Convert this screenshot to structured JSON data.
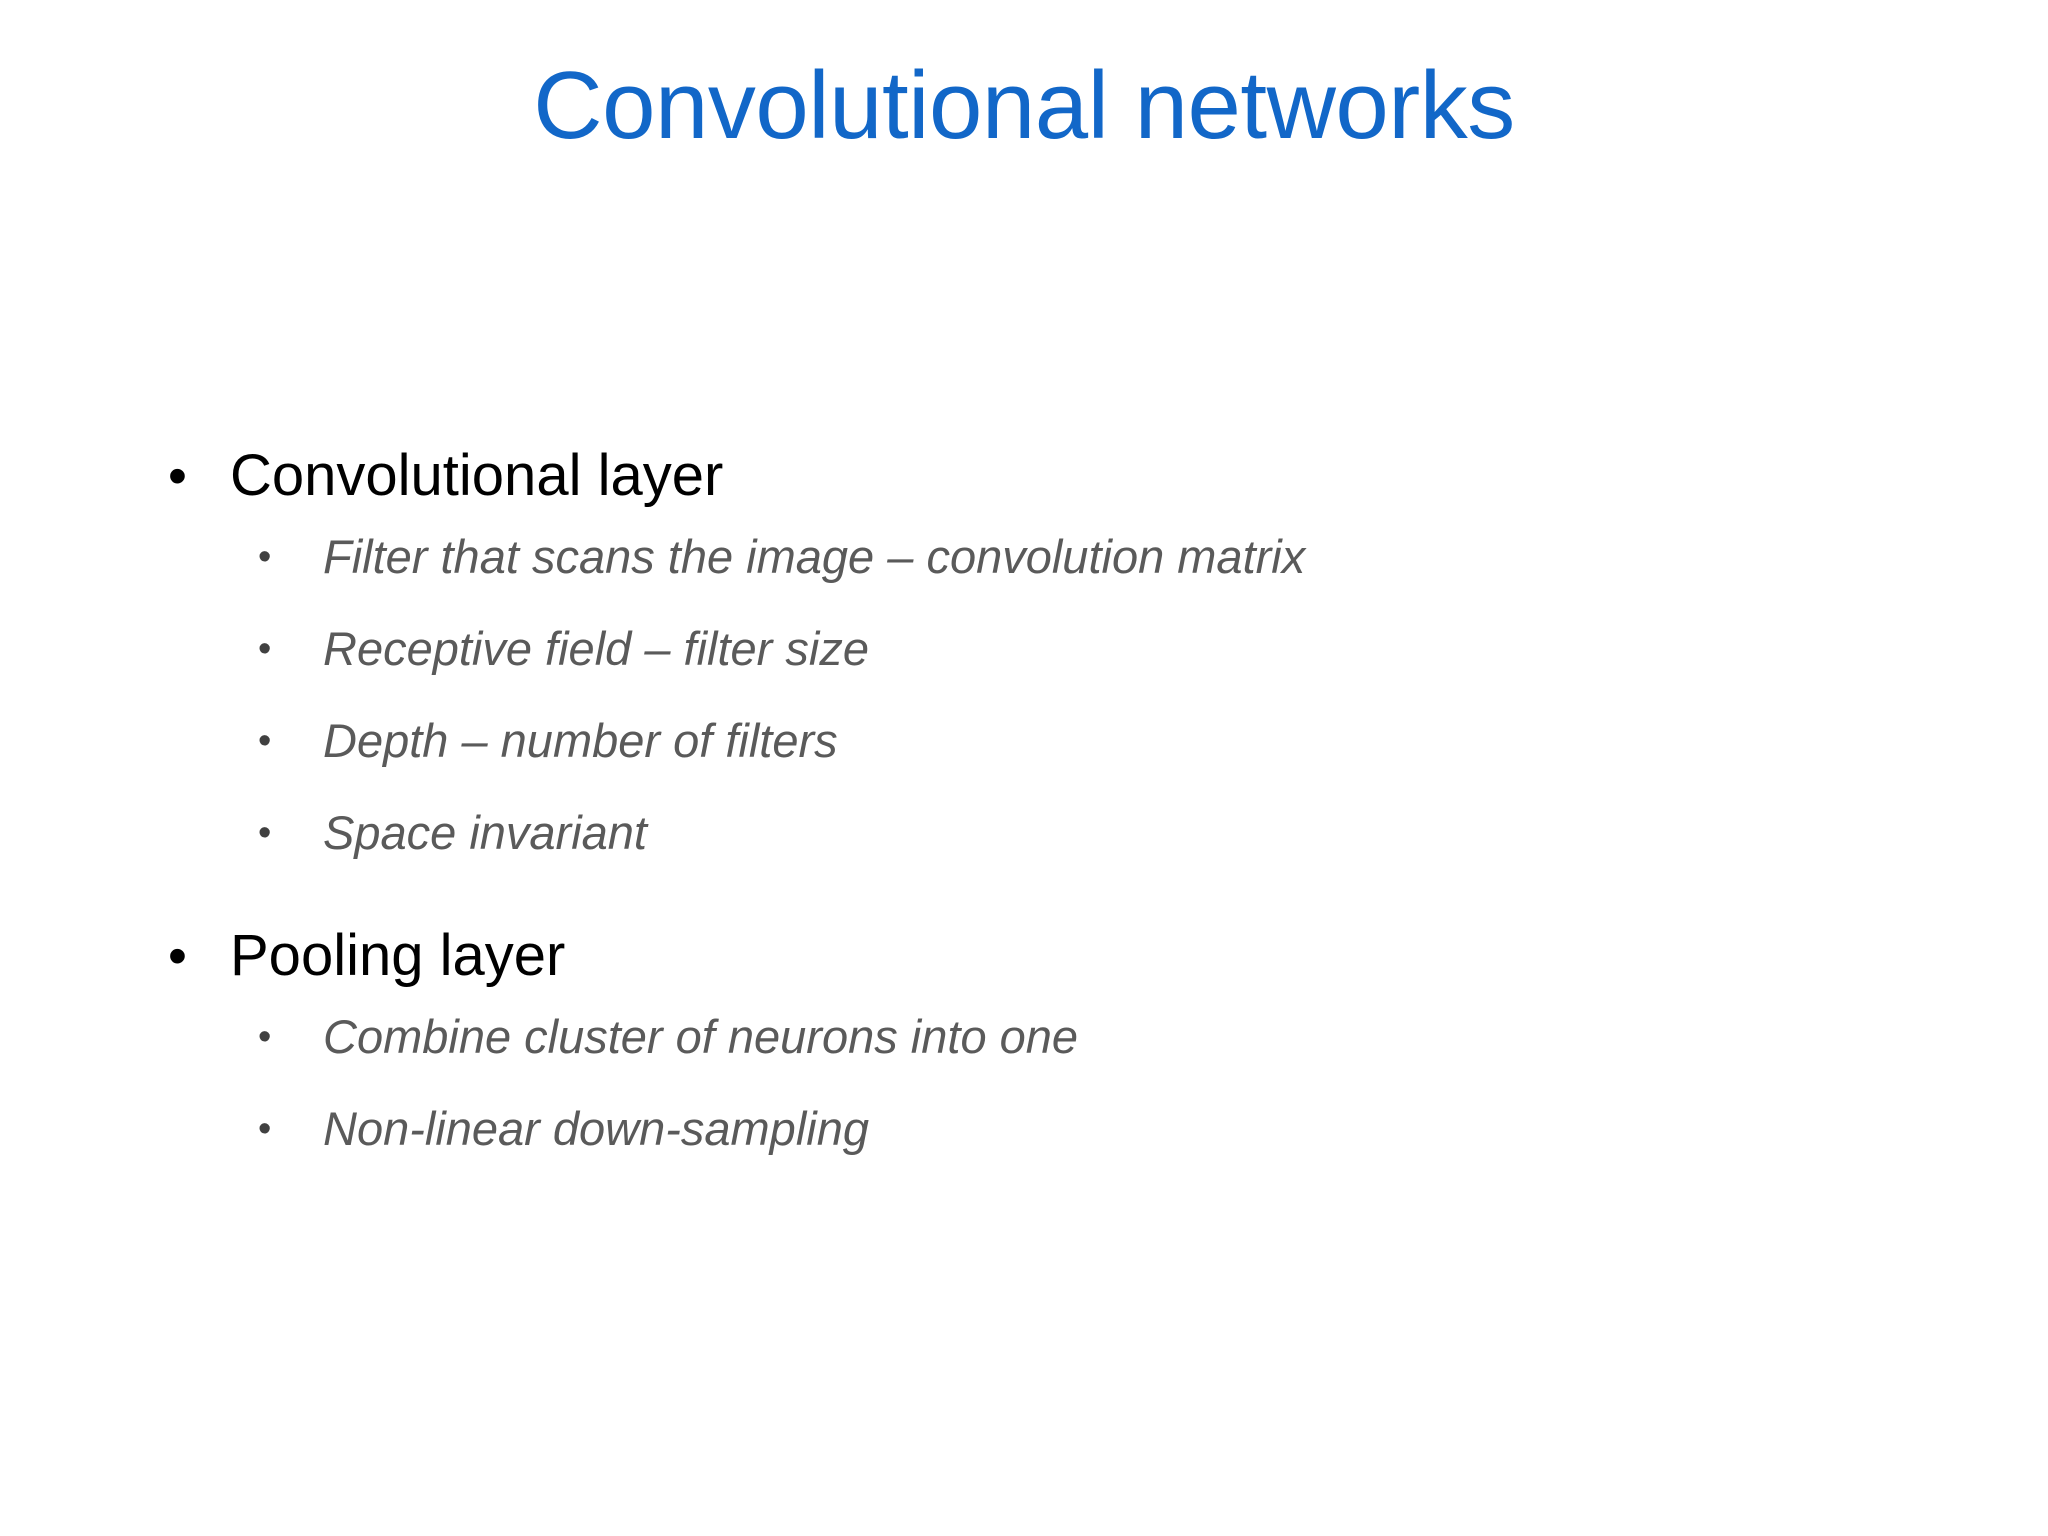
{
  "slide": {
    "title": "Convolutional networks",
    "title_color": "#1267c8",
    "background_color": "#ffffff",
    "body_text_color": "#000000",
    "sub_text_color": "#5a5a5a",
    "bullet_glyph": "•",
    "outline": [
      {
        "level": 1,
        "text": "Convolutional layer",
        "bullet": "•",
        "children": [
          {
            "level": 2,
            "bullet": "•",
            "text": "Filter that scans the image – convolution matrix"
          },
          {
            "level": 2,
            "bullet": "•",
            "text": "Receptive field – filter size"
          },
          {
            "level": 2,
            "bullet": "•",
            "text": "Depth – number of filters"
          },
          {
            "level": 2,
            "bullet": "•",
            "text": "Space invariant"
          }
        ]
      },
      {
        "level": 1,
        "text": "Pooling layer",
        "bullet": "•",
        "children": [
          {
            "level": 2,
            "bullet": "•",
            "text": "Combine cluster of neurons into one"
          },
          {
            "level": 2,
            "bullet": "•",
            "text": "Non-linear down-sampling"
          }
        ]
      }
    ]
  }
}
